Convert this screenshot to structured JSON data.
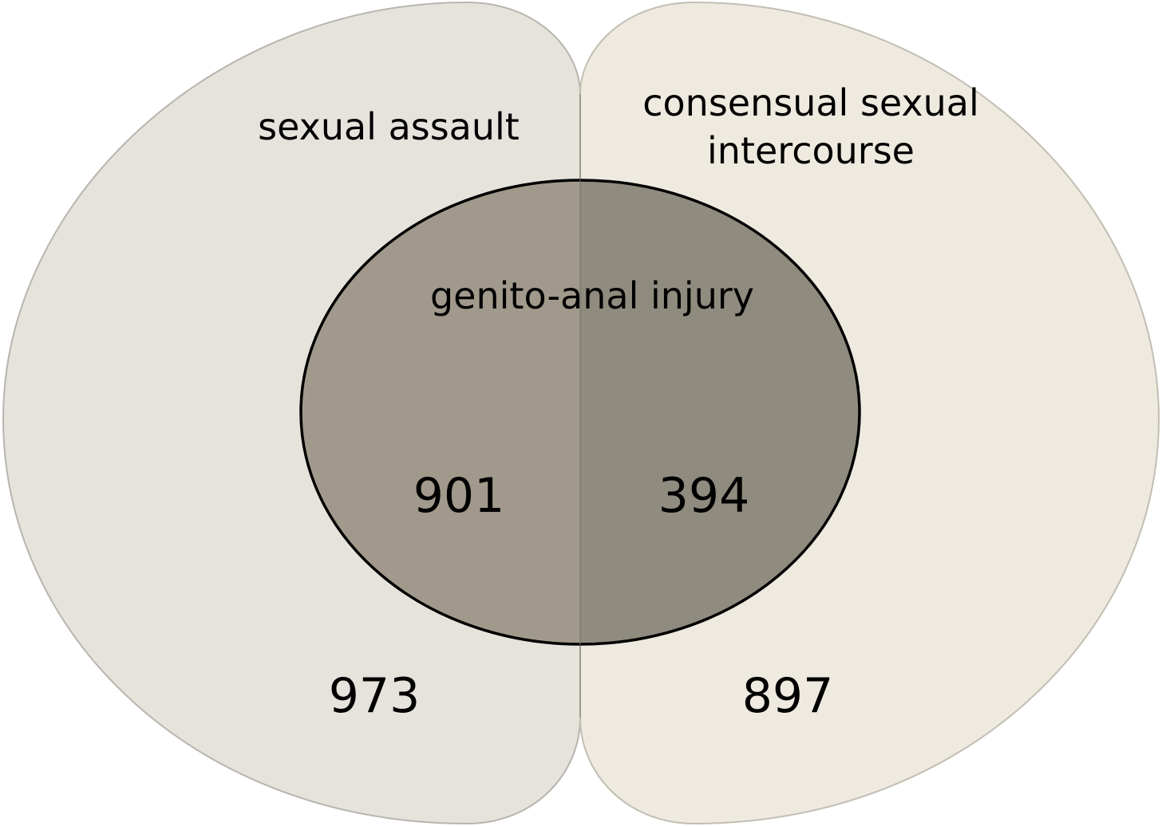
{
  "diagram": {
    "left_set": {
      "label": "sexual assault",
      "count_outside_injury": "973",
      "count_with_injury": "901",
      "fill": "#e6e3dc",
      "stroke": "#b8b5ae"
    },
    "right_set": {
      "label_line1": "consensual sexual",
      "label_line2": "intercourse",
      "count_outside_injury": "897",
      "count_with_injury": "394",
      "fill": "#eeeadf",
      "stroke": "#c2beb3"
    },
    "injury_set": {
      "label": "genito-anal injury",
      "fill_left": "#a1998b",
      "fill_right": "#8f8b7e",
      "stroke": "#000000"
    }
  }
}
